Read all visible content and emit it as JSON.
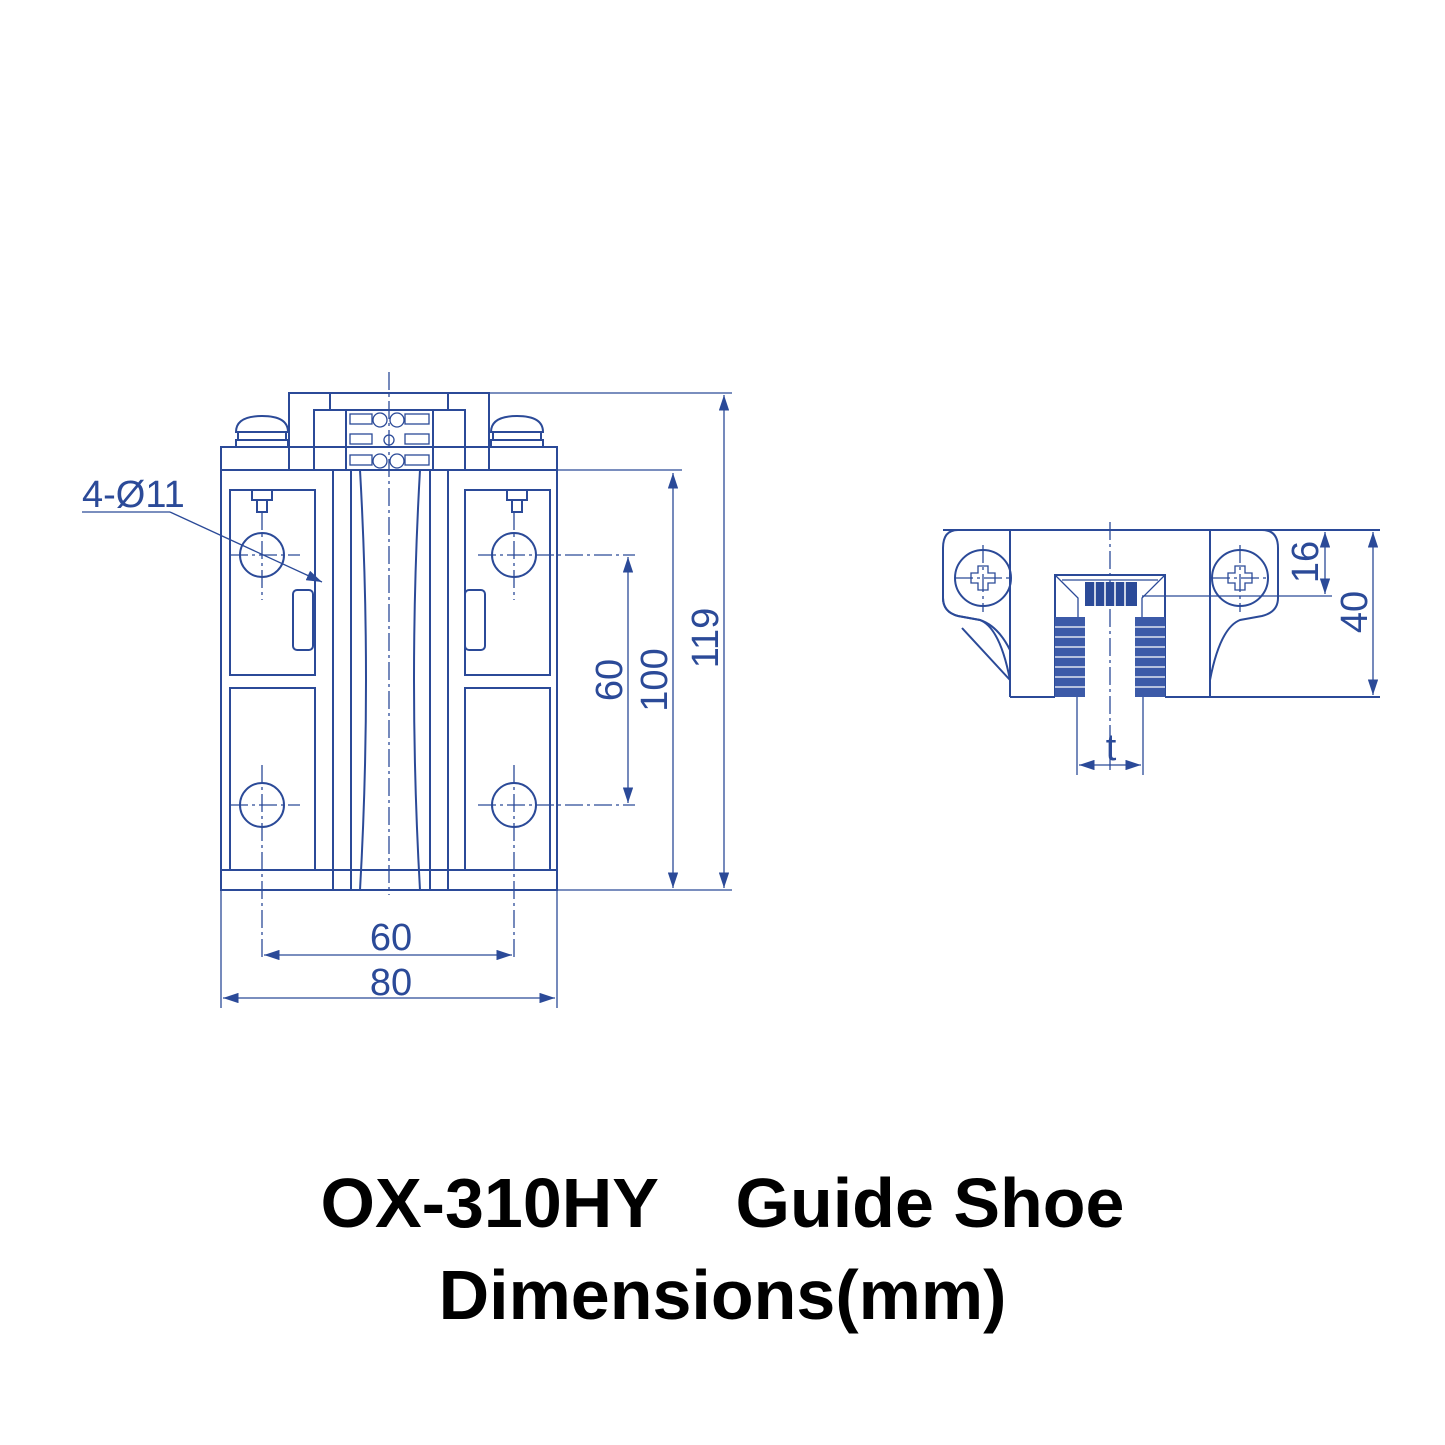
{
  "drawing": {
    "front_view": {
      "hole_callout": "4-Ø11",
      "dim_width_holes": "60",
      "dim_width_total": "80",
      "dim_height_holes": "60",
      "dim_height_body": "100",
      "dim_height_total": "119"
    },
    "side_view": {
      "dim_depth_small": "16",
      "dim_depth_total": "40",
      "dim_slot": "t"
    },
    "line_color": "#2b4a98"
  },
  "title": {
    "line1": "OX-310HY    Guide Shoe",
    "line2": "Dimensions(mm)"
  }
}
